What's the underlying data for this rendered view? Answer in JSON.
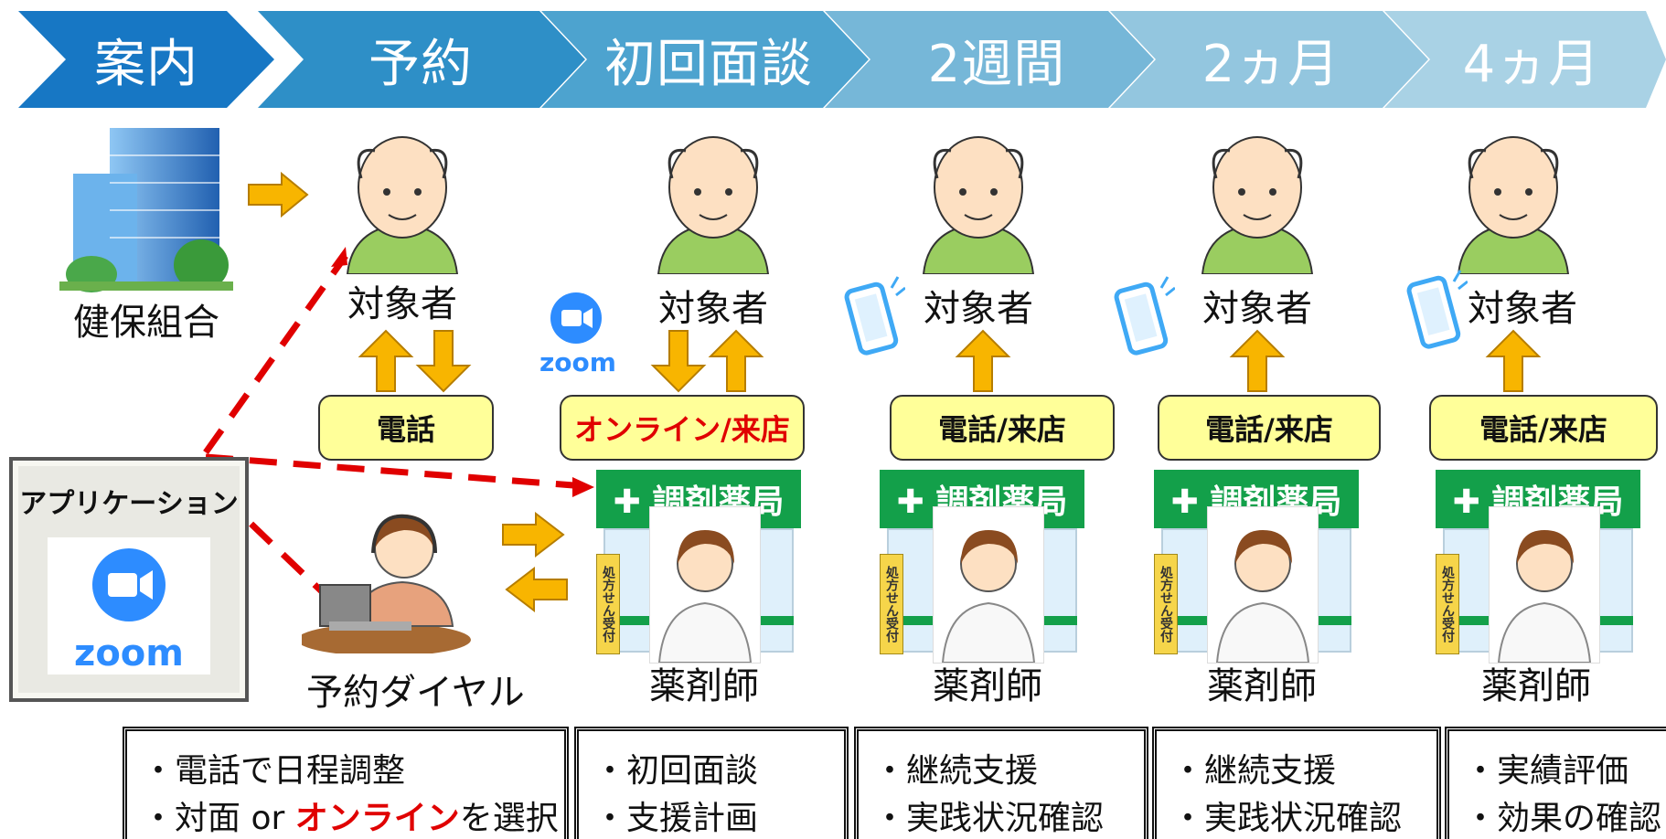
{
  "steps": [
    "案内",
    "予約",
    "初回面談",
    "2週間",
    "2ヵ月",
    "4ヵ月"
  ],
  "top_left": {
    "org_label": "健保組合"
  },
  "app_box": {
    "title": "アプリケーション",
    "logo_text": "zoom"
  },
  "columns": [
    {
      "person_label": "対象者",
      "channel": "電話",
      "bottom_label": "予約ダイヤル"
    },
    {
      "person_label": "対象者",
      "channel": "オンライン/来店",
      "bottom_label": "薬剤師",
      "extra_logo": "zoom"
    },
    {
      "person_label": "対象者",
      "channel": "電話/来店",
      "bottom_label": "薬剤師"
    },
    {
      "person_label": "対象者",
      "channel": "電話/来店",
      "bottom_label": "薬剤師"
    },
    {
      "person_label": "対象者",
      "channel": "電話/来店",
      "bottom_label": "薬剤師"
    }
  ],
  "pharmacy": {
    "sign": "✚ 調剤薬局",
    "side_sign": "処方せん受付"
  },
  "bottom_boxes": [
    {
      "lines": [
        "・電話で日程調整"
      ],
      "line2_prefix": "・対面 or ",
      "line2_red": "オンライン",
      "line2_suffix": "を選択"
    },
    {
      "lines": [
        "・初回面談",
        "・支援計画"
      ]
    },
    {
      "lines": [
        "・継続支援",
        "・実践状況確認"
      ]
    },
    {
      "lines": [
        "・継続支援",
        "・実践状況確認"
      ]
    },
    {
      "lines": [
        "・実績評価",
        "・効果の確認"
      ]
    }
  ],
  "colors": {
    "chevron1": "#1777c4",
    "chevron2": "#2e8fc7",
    "chevron3": "#4da3cf",
    "chevron4": "#76b7d8",
    "chevron5": "#93c6df",
    "chevron6": "#a9d2e5",
    "arrow": "#f8b500",
    "dash": "#e00000",
    "highlight": "#e00000"
  }
}
